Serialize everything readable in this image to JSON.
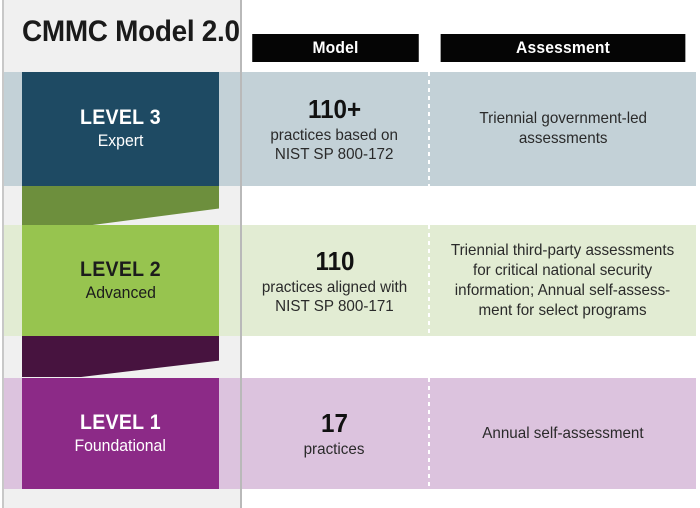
{
  "title": "CMMC Model 2.0",
  "columns": {
    "model_header": "Model",
    "assessment_header": "Assessment"
  },
  "colors": {
    "level3_block": "#1e4a63",
    "level3_band": "#c3d1d7",
    "level2_block": "#97c44f",
    "level2_band": "#e2ecd3",
    "level2_fold": "#6d8f3d",
    "level1_block": "#8c2a87",
    "level1_band": "#dcc3de",
    "level1_fold": "#47133f",
    "panel": "#f0f0f0",
    "header_bar": "#050505",
    "header_text": "#ffffff"
  },
  "levels": [
    {
      "name": "LEVEL 3",
      "subtitle": "Expert",
      "model_count": "110+",
      "model_text": "practices based on\nNIST SP 800-172",
      "assessment": "Triennial government-led\nassessments"
    },
    {
      "name": "LEVEL 2",
      "subtitle": "Advanced",
      "model_count": "110",
      "model_text": "practices aligned with\nNIST SP 800-171",
      "assessment": "Triennial third-party assessments\nfor critical national security\ninformation; Annual self-assess-\nment for select programs"
    },
    {
      "name": "LEVEL 1",
      "subtitle": "Foundational",
      "model_count": "17",
      "model_text": "practices",
      "assessment": "Annual self-assessment"
    }
  ]
}
